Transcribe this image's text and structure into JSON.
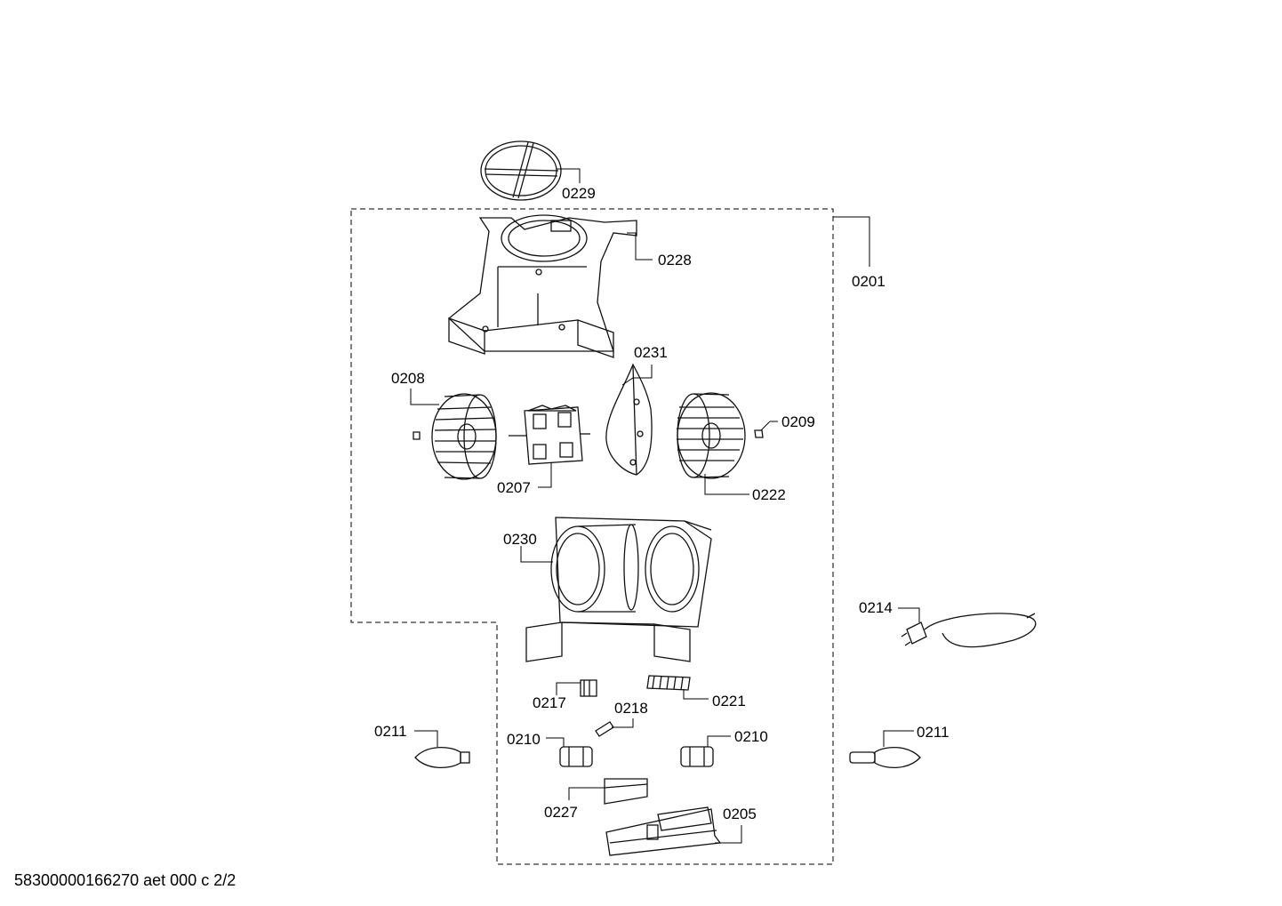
{
  "footer": {
    "doc_id": "58300000166270 aet 000 c 2/2"
  },
  "callouts": {
    "c0201": "0201",
    "c0205": "0205",
    "c0207": "0207",
    "c0208": "0208",
    "c0209": "0209",
    "c0210a": "0210",
    "c0210b": "0210",
    "c0211a": "0211",
    "c0211b": "0211",
    "c0214": "0214",
    "c0217": "0217",
    "c0218": "0218",
    "c0221": "0221",
    "c0222": "0222",
    "c0227": "0227",
    "c0228": "0228",
    "c0229": "0229",
    "c0230": "0230",
    "c0231": "0231"
  }
}
